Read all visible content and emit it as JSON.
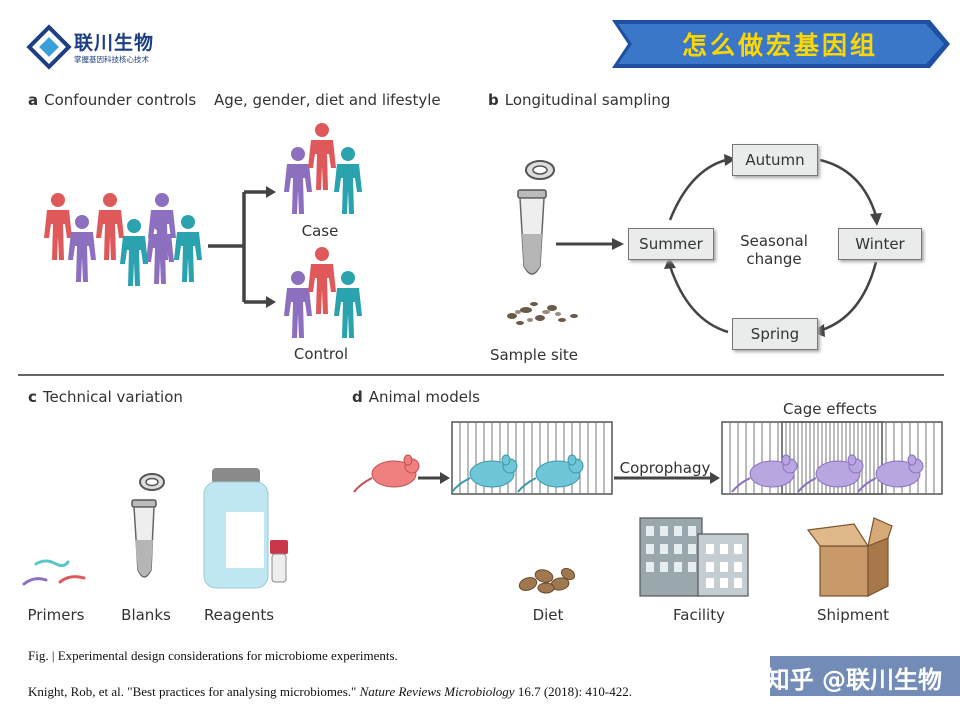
{
  "header": {
    "logo_text": "联川生物",
    "logo_subtitle": "掌握基因科技核心技术",
    "title": "怎么做宏基因组"
  },
  "panel_a": {
    "letter": "a",
    "title": "Confounder controls",
    "subtitle": "Age, gender, diet and lifestyle",
    "case_label": "Case",
    "control_label": "Control"
  },
  "panel_b": {
    "letter": "b",
    "title": "Longitudinal sampling",
    "sample_label": "Sample site",
    "seasons": {
      "top": "Autumn",
      "right": "Winter",
      "bottom": "Spring",
      "left": "Summer"
    },
    "center_line1": "Seasonal",
    "center_line2": "change"
  },
  "panel_c": {
    "letter": "c",
    "title": "Technical variation",
    "items": [
      "Primers",
      "Blanks",
      "Reagents"
    ]
  },
  "panel_d": {
    "letter": "d",
    "title": "Animal models",
    "cage_effects": "Cage effects",
    "coprophagy": "Coprophagy",
    "items": [
      "Diet",
      "Facility",
      "Shipment"
    ]
  },
  "caption": {
    "line1": "Fig.   | Experimental  design  considerations  for microbiome  experiments.",
    "line2_pre": "Knight,  Rob, et al. \"Best practices for analysing microbiomes.\"",
    "journal": "Nature Reviews Microbiology",
    "line2_post": "16.7 (2018):  410-422."
  },
  "watermark": "知乎 @联川生物",
  "colors": {
    "red": "#e0595a",
    "purple": "#8d6fc0",
    "teal": "#2aa3ae",
    "title_bg": "#2a5aa8",
    "title_text": "#ffd700"
  }
}
